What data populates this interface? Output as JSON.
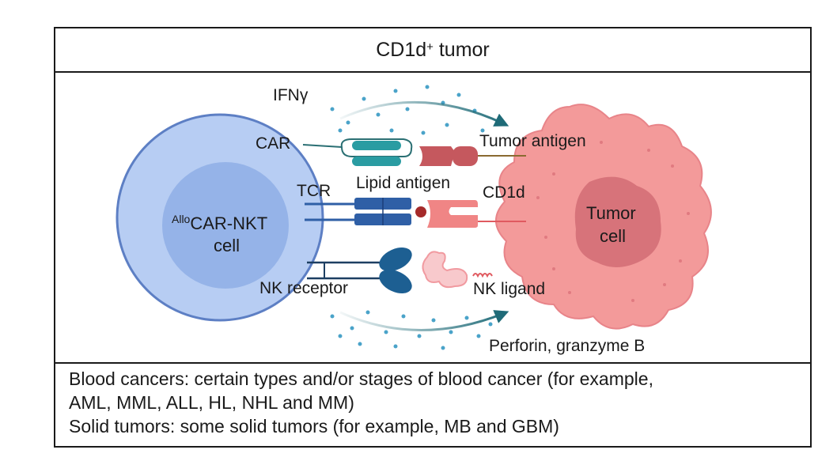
{
  "header": {
    "title_main": "CD1d",
    "title_sup": "+",
    "title_rest": " tumor"
  },
  "labels": {
    "ifng": "IFNγ",
    "car": "CAR",
    "tumor_antigen": "Tumor antigen",
    "tcr": "TCR",
    "lipid_antigen": "Lipid antigen",
    "cd1d": "CD1d",
    "car_nkt_sup": "Allo",
    "car_nkt": "CAR-NKT",
    "car_nkt_cell": "cell",
    "tumor_cell_line1": "Tumor",
    "tumor_cell_line2": "cell",
    "nk_receptor": "NK receptor",
    "nk_ligand": "NK ligand",
    "perforin": "Perforin, granzyme B"
  },
  "footer": {
    "line1": "Blood cancers: certain types and/or stages of blood cancer (for example,",
    "line2": "AML, MML, ALL, HL, NHL and MM)",
    "line3": "Solid tumors: some solid tumors (for example, MB and GBM)"
  },
  "colors": {
    "nkt_outer": "#b7cdf3",
    "nkt_border": "#5d7fc4",
    "nkt_inner": "#95b3e8",
    "tumor_body": "#f39a9a",
    "tumor_nucleus": "#d7737a",
    "car_teal": "#2a9ca2",
    "tcr_blue": "#2f5fa6",
    "nk_receptor": "#1d5f92",
    "antigen_red": "#c5585e",
    "cd1d_pink": "#f08585",
    "arrow": "#1f6b78",
    "dots": "#4aa3c9"
  }
}
